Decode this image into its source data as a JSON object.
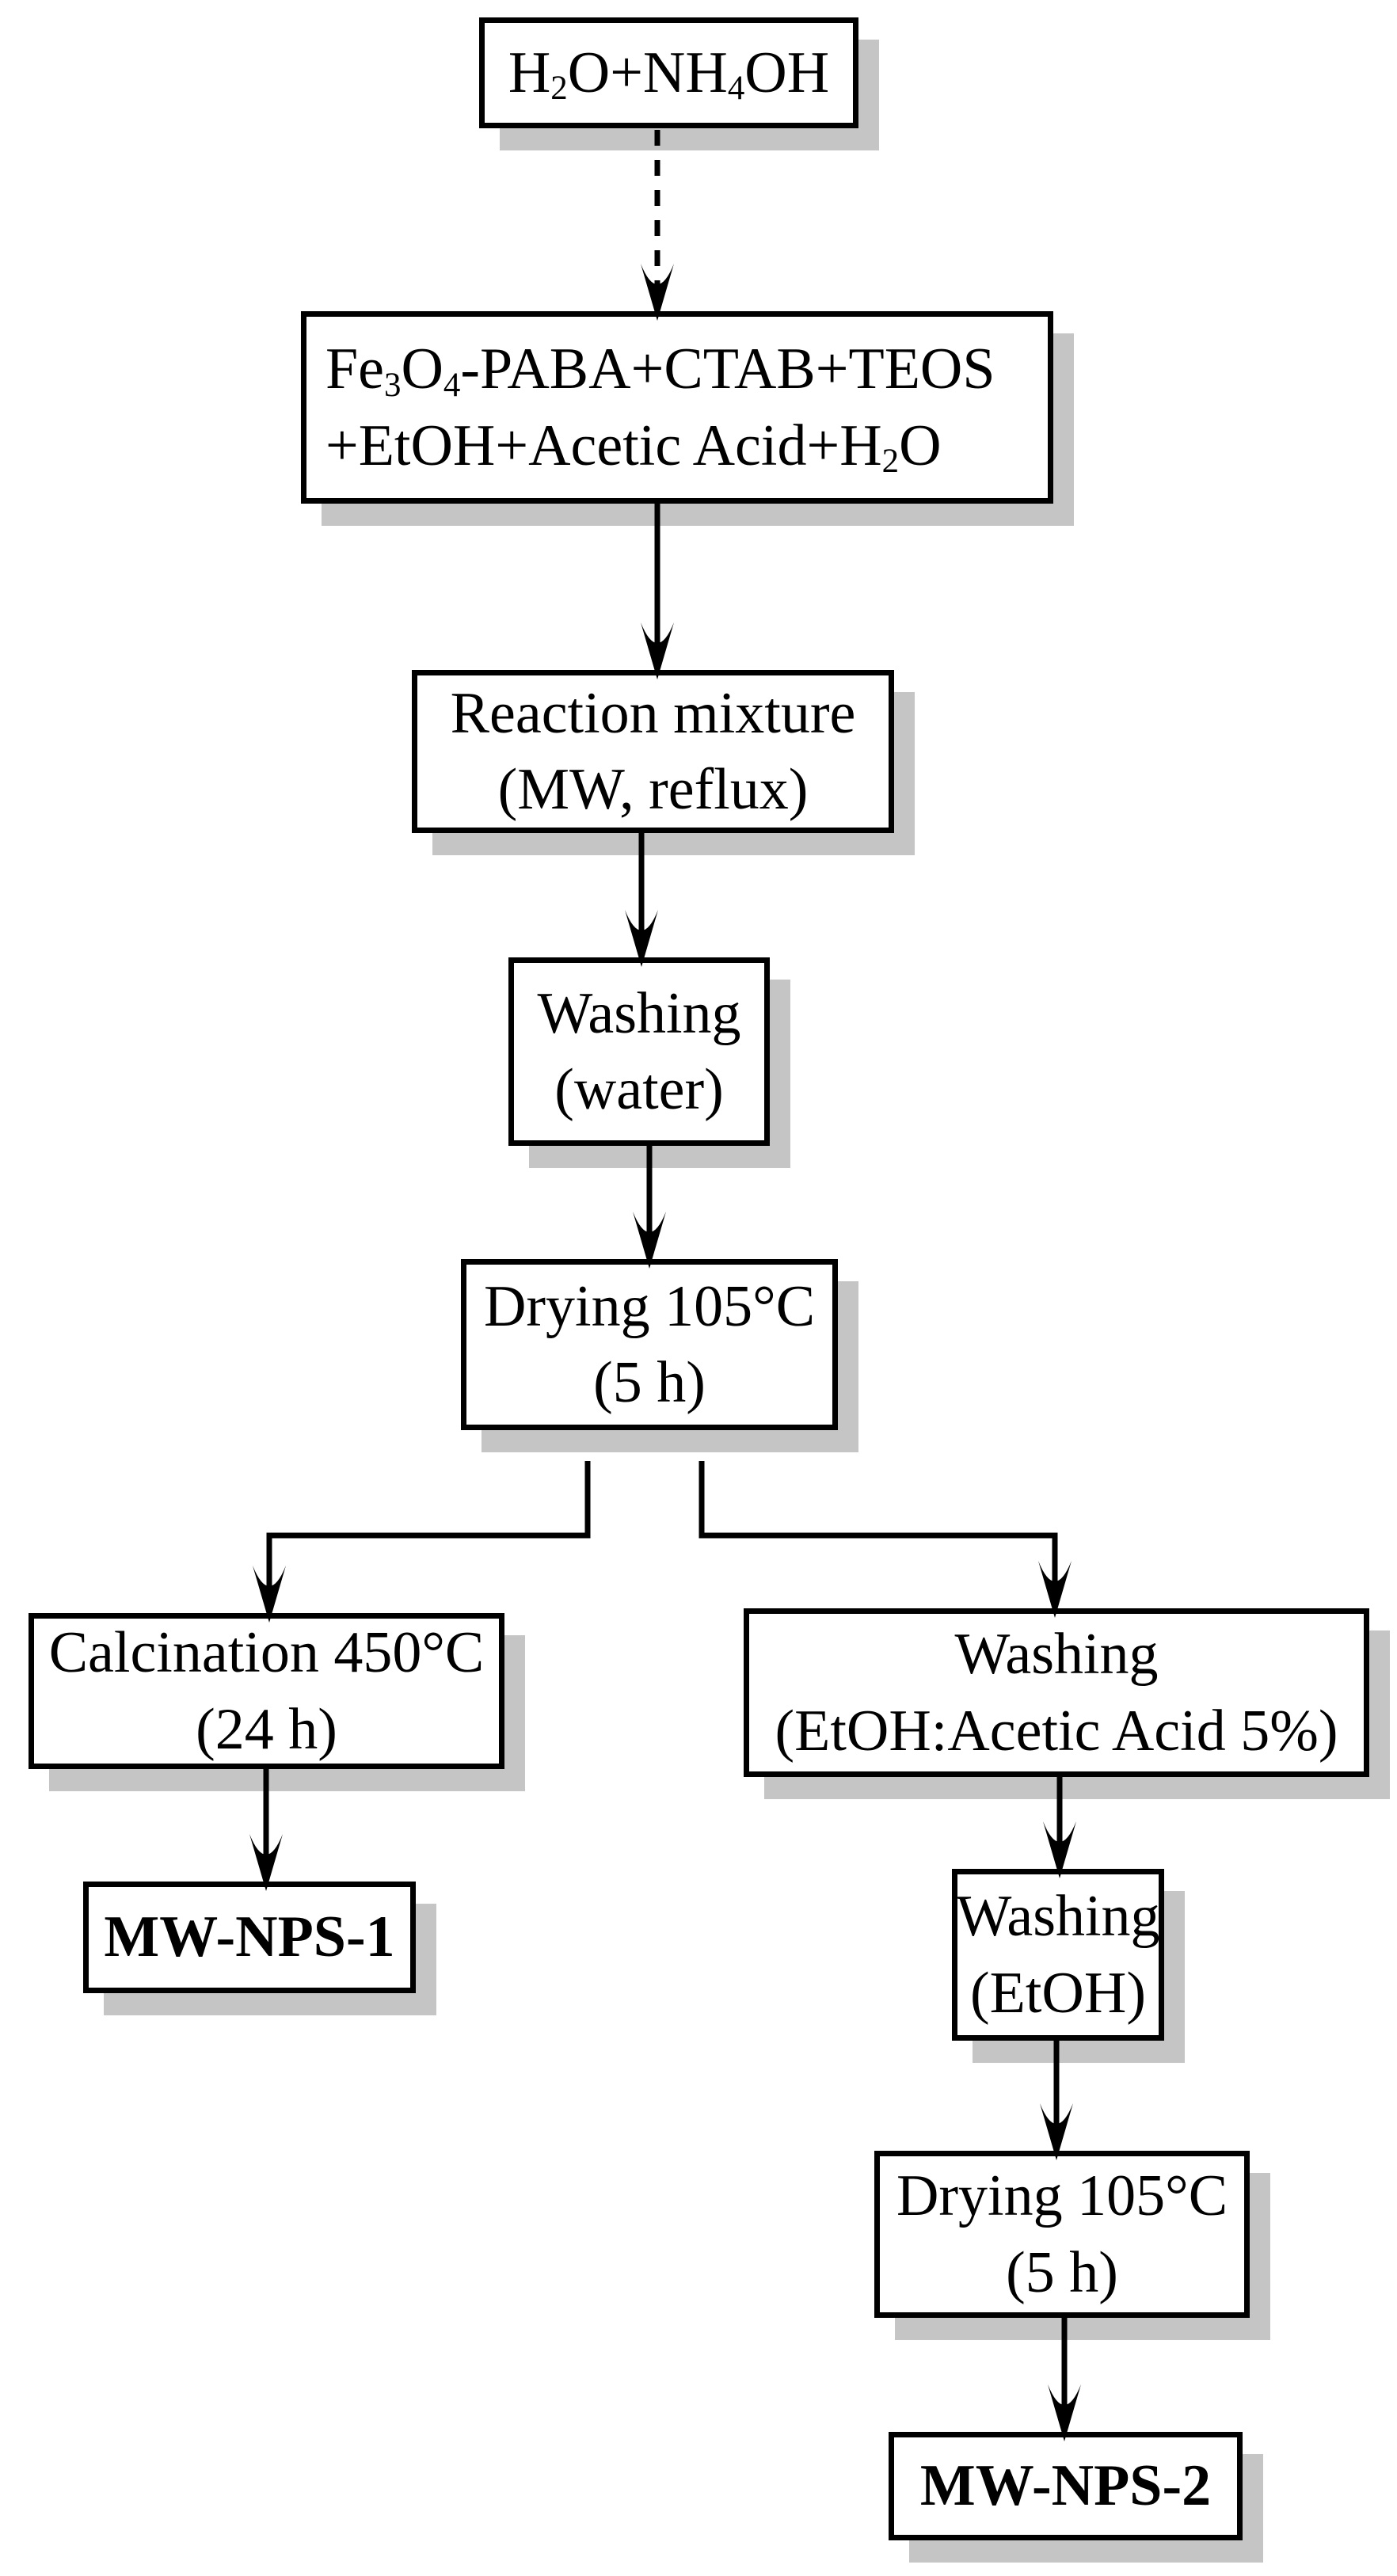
{
  "diagram": {
    "type": "flowchart",
    "description": "Microwave-assisted synthesis flowchart producing MW-NPS-1 and MW-NPS-2",
    "colors": {
      "background": "#ffffff",
      "box_fill": "#ffffff",
      "box_border": "#000000",
      "box_shadow": "#c5c5c5",
      "arrow": "#000000",
      "text": "#000000"
    },
    "nodes": [
      {
        "id": "seed-solution",
        "lines": [
          [
            "H",
            {
              "sub": "2"
            },
            "O+NH",
            {
              "sub": "4"
            },
            "OH"
          ]
        ]
      },
      {
        "id": "precursor-mixture",
        "lines": [
          [
            "Fe",
            {
              "sub": "3"
            },
            "O",
            {
              "sub": "4"
            },
            "-PABA+CTAB+TEOS"
          ],
          [
            "+EtOH+Acetic Acid+H",
            {
              "sub": "2"
            },
            "O"
          ]
        ]
      },
      {
        "id": "reaction-mixture",
        "lines": [
          [
            "Reaction mixture"
          ],
          [
            "(MW, reflux)"
          ]
        ]
      },
      {
        "id": "washing-water",
        "lines": [
          [
            "Washing"
          ],
          [
            "(water)"
          ]
        ]
      },
      {
        "id": "drying-1",
        "lines": [
          [
            "Drying 105°C"
          ],
          [
            "(5 h)"
          ]
        ]
      },
      {
        "id": "calcination",
        "lines": [
          [
            "Calcination 450°C"
          ],
          [
            "(24 h)"
          ]
        ]
      },
      {
        "id": "product-mw-nps-1",
        "bold": true,
        "lines": [
          [
            "MW-NPS-1"
          ]
        ]
      },
      {
        "id": "washing-etoh-acetic-acid",
        "lines": [
          [
            "Washing"
          ],
          [
            "(EtOH:Acetic Acid 5%)"
          ]
        ]
      },
      {
        "id": "washing-etoh",
        "lines": [
          [
            "Washing"
          ],
          [
            "(EtOH)"
          ]
        ]
      },
      {
        "id": "drying-2",
        "lines": [
          [
            "Drying 105°C"
          ],
          [
            "(5 h)"
          ]
        ]
      },
      {
        "id": "product-mw-nps-2",
        "bold": true,
        "lines": [
          [
            "MW-NPS-2"
          ]
        ]
      }
    ],
    "edges": [
      {
        "from": "seed-solution",
        "to": "precursor-mixture",
        "style": "dashed"
      },
      {
        "from": "precursor-mixture",
        "to": "reaction-mixture",
        "style": "solid"
      },
      {
        "from": "reaction-mixture",
        "to": "washing-water",
        "style": "solid"
      },
      {
        "from": "washing-water",
        "to": "drying-1",
        "style": "solid"
      },
      {
        "from": "drying-1",
        "to": "calcination",
        "style": "solid-branch-left"
      },
      {
        "from": "drying-1",
        "to": "washing-etoh-acetic-acid",
        "style": "solid-branch-right"
      },
      {
        "from": "calcination",
        "to": "product-mw-nps-1",
        "style": "solid"
      },
      {
        "from": "washing-etoh-acetic-acid",
        "to": "washing-etoh",
        "style": "solid"
      },
      {
        "from": "washing-etoh",
        "to": "drying-2",
        "style": "solid"
      },
      {
        "from": "drying-2",
        "to": "product-mw-nps-2",
        "style": "solid"
      }
    ]
  }
}
